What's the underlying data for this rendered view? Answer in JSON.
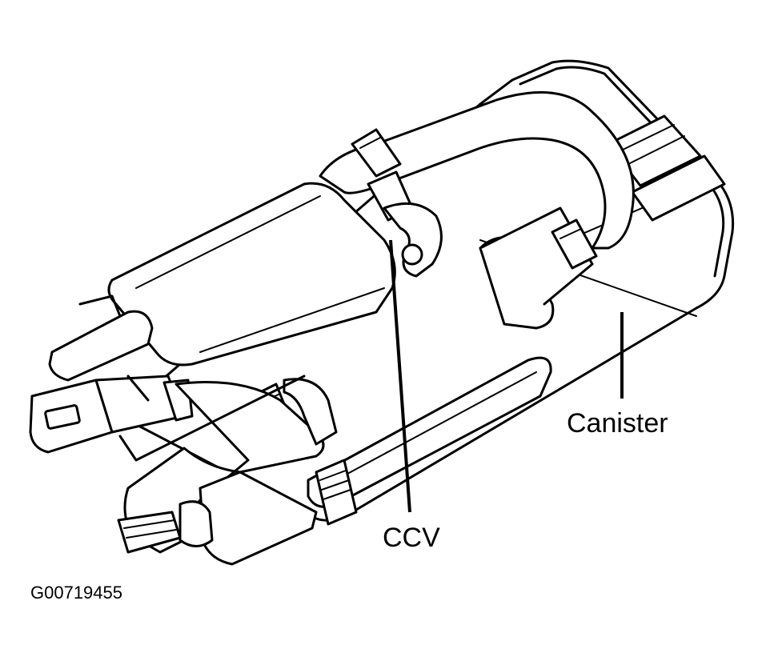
{
  "labels": {
    "canister": "Canister",
    "ccv": "CCV",
    "figure_id": "G00719455"
  }
}
